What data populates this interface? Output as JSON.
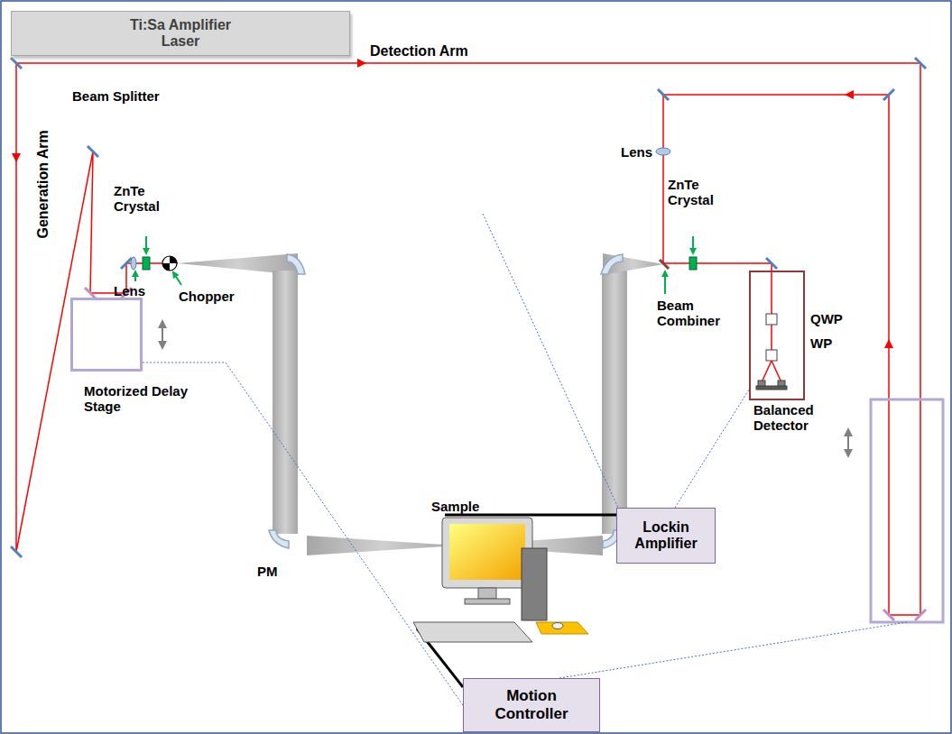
{
  "diagram": {
    "nodes": [
      {
        "text": [
          "Ti:Sa Amplifier Laser"
        ]
      },
      {
        "text": [
          "Motorized Delay Stage"
        ]
      },
      {
        "text": [
          "Balanced Detector"
        ]
      },
      {
        "text": [
          "Lockin Amplifier"
        ]
      },
      {
        "text": [
          "Motion Controller"
        ]
      }
    ],
    "edges": [
      {
        "from": 3,
        "to": 2,
        "arrow": "none"
      },
      {
        "from": 4,
        "to": 1,
        "arrow": "none"
      }
    ],
    "labels": [
      "Detection Arm",
      "Beam Splitter",
      "Generation Arm",
      "ZnTe Crystal",
      "Lens",
      "Chopper",
      "PM",
      "Sample",
      "Lens",
      "ZnTe Crystal",
      "Beam Combiner",
      "QWP",
      "WP"
    ]
  }
}
